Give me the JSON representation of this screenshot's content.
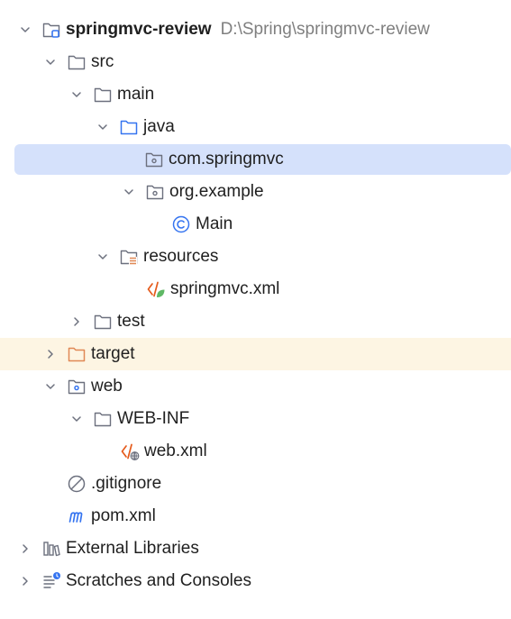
{
  "project_tree": {
    "root": {
      "name": "springmvc-review",
      "path": "D:\\Spring\\springmvc-review"
    },
    "src": "src",
    "main": "main",
    "java": "java",
    "com_springmvc": "com.springmvc",
    "org_example": "org.example",
    "main_class": "Main",
    "resources": "resources",
    "springmvc_xml": "springmvc.xml",
    "test": "test",
    "target": "target",
    "web": "web",
    "web_inf": "WEB-INF",
    "web_xml": "web.xml",
    "gitignore": ".gitignore",
    "pom_xml": "pom.xml",
    "external_libraries": "External Libraries",
    "scratches": "Scratches and Consoles"
  },
  "colors": {
    "selection": "#d5e1fb",
    "excluded_row": "#fdf5e3",
    "folder_outline": "#6c707e",
    "source_folder": "#3574f0",
    "excluded_folder": "#e08855",
    "xml_orange": "#e55b1c",
    "xml_green": "#5fb865",
    "class_blue": "#3574f0"
  }
}
